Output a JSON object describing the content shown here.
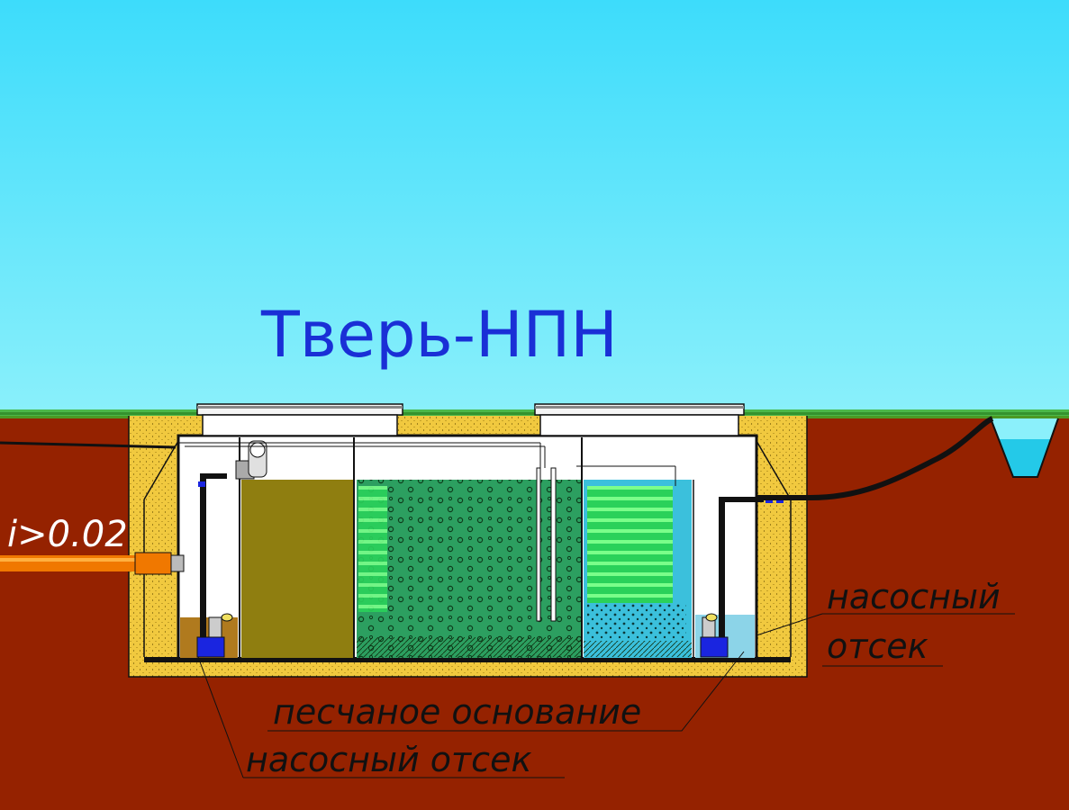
{
  "title": "Тверь-НПН",
  "slope_label": "i>0.02",
  "labels": {
    "pump_right_line1": "насосный",
    "pump_right_line2": "отсек",
    "sand_base": "песчаное основание",
    "pump_left": "насосный отсек"
  },
  "colors": {
    "sky_top": "#3ddcfb",
    "sky_bottom": "#8bf0fb",
    "soil": "#952200",
    "sand": "#f1c93f",
    "grass": "#3fae2a",
    "receiving_chamber": "#8f7e10",
    "aerotank": "#2c9f60",
    "bio_media": "#38e068",
    "clarifier": "#3bc0dc",
    "pump_water": "#8cd4e8",
    "sludge": "#b07a1e",
    "pipe_orange": "#f07800",
    "pump_blue": "#1a25e0",
    "title_blue": "#1a2fd6"
  }
}
